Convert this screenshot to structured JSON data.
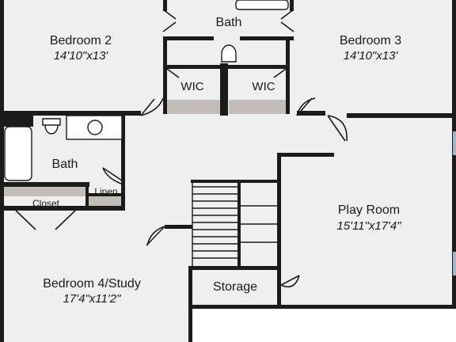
{
  "rooms": {
    "bedroom2": {
      "name": "Bedroom 2",
      "dims": "14'10\"x13'"
    },
    "bedroom3": {
      "name": "Bedroom 3",
      "dims": "14'10\"x13'"
    },
    "bath_top": {
      "name": "Bath"
    },
    "wic_left": {
      "name": "WIC"
    },
    "wic_right": {
      "name": "WIC"
    },
    "bath_left": {
      "name": "Bath"
    },
    "linen": {
      "name": "Linen"
    },
    "closet": {
      "name": "Closet"
    },
    "play_room": {
      "name": "Play Room",
      "dims": "15'11\"x17'4\""
    },
    "storage": {
      "name": "Storage"
    },
    "bedroom4": {
      "name": "Bedroom 4/Study",
      "dims": "17'4\"x11'2\""
    }
  },
  "colors": {
    "floor": "#efefef",
    "wall": "#1b1b1b",
    "closet_floor": "#c2bdb7",
    "window": "#9fb6c4",
    "background": "#ffffff"
  }
}
